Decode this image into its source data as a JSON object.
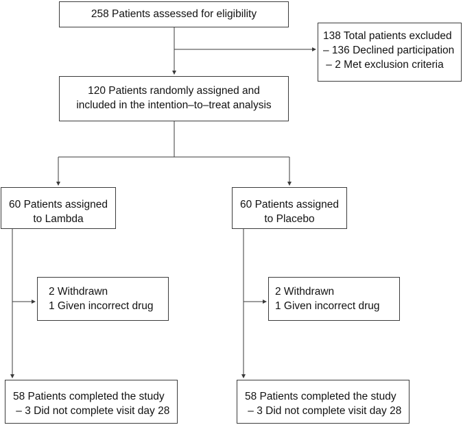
{
  "flowchart": {
    "assessed": {
      "line1": "258 Patients assessed for eligibility"
    },
    "excluded": {
      "line1": "138 Total patients excluded",
      "line2": "– 136 Declined participation",
      "line3": " – 2 Met exclusion criteria"
    },
    "randomized": {
      "line1": "120 Patients randomly assigned and",
      "line2": "included in the intention–to–treat analysis"
    },
    "arm_lambda": {
      "assigned": {
        "line1": "60 Patients assigned",
        "line2": "to Lambda"
      },
      "withdrawn": {
        "line1": "2 Withdrawn",
        "line2": "1 Given incorrect drug"
      },
      "completed": {
        "line1": "58 Patients completed the study",
        "line2": " – 3 Did not complete visit day 28"
      }
    },
    "arm_placebo": {
      "assigned": {
        "line1": "60 Patients assigned",
        "line2": "to Placebo"
      },
      "withdrawn": {
        "line1": "2 Withdrawn",
        "line2": "1 Given incorrect drug"
      },
      "completed": {
        "line1": "58 Patients completed the study",
        "line2": " – 3 Did not complete visit day 28"
      }
    },
    "line_color": "#3a3a3a"
  }
}
